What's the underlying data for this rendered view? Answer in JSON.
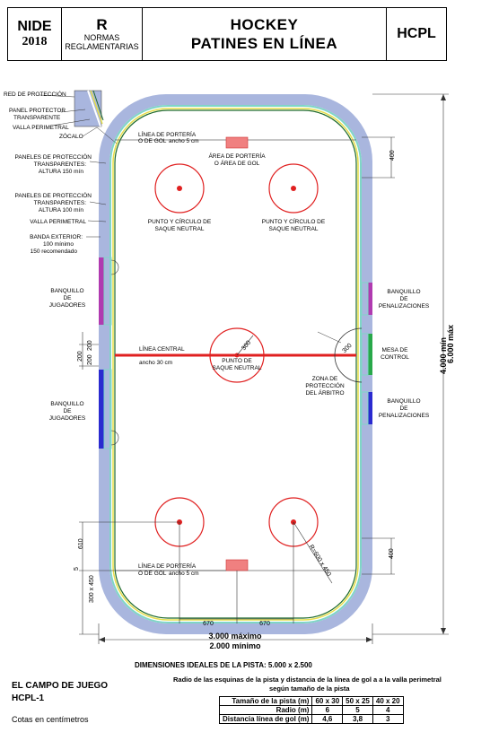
{
  "header": {
    "nide": "NIDE",
    "year": "2018",
    "r": "R",
    "normas": "NORMAS REGLAMENTARIAS",
    "title1": "HOCKEY",
    "title2": "PATINES EN LÍNEA",
    "code": "HCPL"
  },
  "labels": {
    "red": "RED DE PROTECCIÓN",
    "panel1": "PANEL PROTECTOR",
    "panel2": "TRANSPARENTE",
    "valla": "VALLA PERIMETRAL",
    "zocalo": "ZÓCALO",
    "pan150a": "PANELES DE PROTECCIÓN",
    "pan150b": "TRANSPARENTES:",
    "pan150c": "ALTURA 150 mín",
    "pan100a": "PANELES DE PROTECCIÓN",
    "pan100b": "TRANSPARENTES:",
    "pan100c": "ALTURA 100 mín",
    "valla2": "VALLA PERIMETRAL",
    "banda1": "BANDA EXTERIOR:",
    "banda2": "100 mínimo",
    "banda3": "150 recomendado",
    "banq1a": "BANQUILLO",
    "banq1b": "DE",
    "banq1c": "JUGADORES",
    "banq2a": "BANQUILLO",
    "banq2b": "DE",
    "banq2c": "JUGADORES",
    "pen1a": "BANQUILLO",
    "pen1b": "DE",
    "pen1c": "PENALIZACIONES",
    "pen2a": "BANQUILLO",
    "pen2b": "DE",
    "pen2c": "PENALIZACIONES",
    "mesa1": "MESA DE",
    "mesa2": "CONTROL",
    "zona1": "ZONA DE",
    "zona2": "PROTECCIÓN",
    "zona3": "DEL ÁRBITRO",
    "goal1a": "LÍNEA DE PORTERÍA",
    "goal1b": "O DE GOL",
    "goal1c": "ancho 5 cm",
    "area1": "ÁREA DE PORTERÍA",
    "area2": "O ÁREA DE GOL",
    "spot1": "PUNTO Y CÍRCULO DE",
    "spot2": "SAQUE NEUTRAL",
    "center1": "LÍNEA CENTRAL",
    "center2": "ancho 30 cm",
    "cpt1": "PUNTO DE",
    "cpt2": "SAQUE NEUTRAL",
    "goal2a": "LÍNEA DE PORTERÍA",
    "goal2b": "O DE GOL",
    "goal2c": "ancho 5 cm",
    "r300": "300",
    "r300b": "300",
    "d400a": "400",
    "d400b": "400",
    "d200a": "200",
    "d200b": "200",
    "d200c": "200",
    "d610": "610",
    "d5": "5",
    "d300x450": "300 x 450",
    "radius": "R=600 x 450",
    "d670a": "670",
    "d670b": "670",
    "len1": "4.000 mín",
    "len2": "6.000 máx",
    "w1": "3.000 máximo",
    "w2": "2.000 mínimo"
  },
  "footer": {
    "dims": "DIMENSIONES IDEALES DE LA PISTA: 5.000 x 2.500",
    "campo": "EL CAMPO DE JUEGO",
    "code": "HCPL-1",
    "cotas": "Cotas en centímetros",
    "radio1": "Radio de las esquinas de la pista y distancia de la línea de gol a a la valla perimetral",
    "radio2": "según tamaño de la pista"
  },
  "table": {
    "rows": [
      [
        "Tamaño de la pista (m)",
        "60 x 30",
        "50 x 25",
        "40 x 20"
      ],
      [
        "Radio (m)",
        "6",
        "5",
        "4"
      ],
      [
        "Distancia línea de gol (m)",
        "4,6",
        "3,8",
        "3"
      ]
    ]
  },
  "colors": {
    "band": "#a9b6de",
    "line": "#e02020",
    "goal": "#f08080",
    "bench_player": "#2a2ad0",
    "bench_player2": "#b03ab0",
    "pen": "#b03ab0",
    "pen2": "#2a2ad0",
    "mesa": "#28a84a",
    "panel": "#e8e050",
    "zocalo": "#80d8c8"
  }
}
